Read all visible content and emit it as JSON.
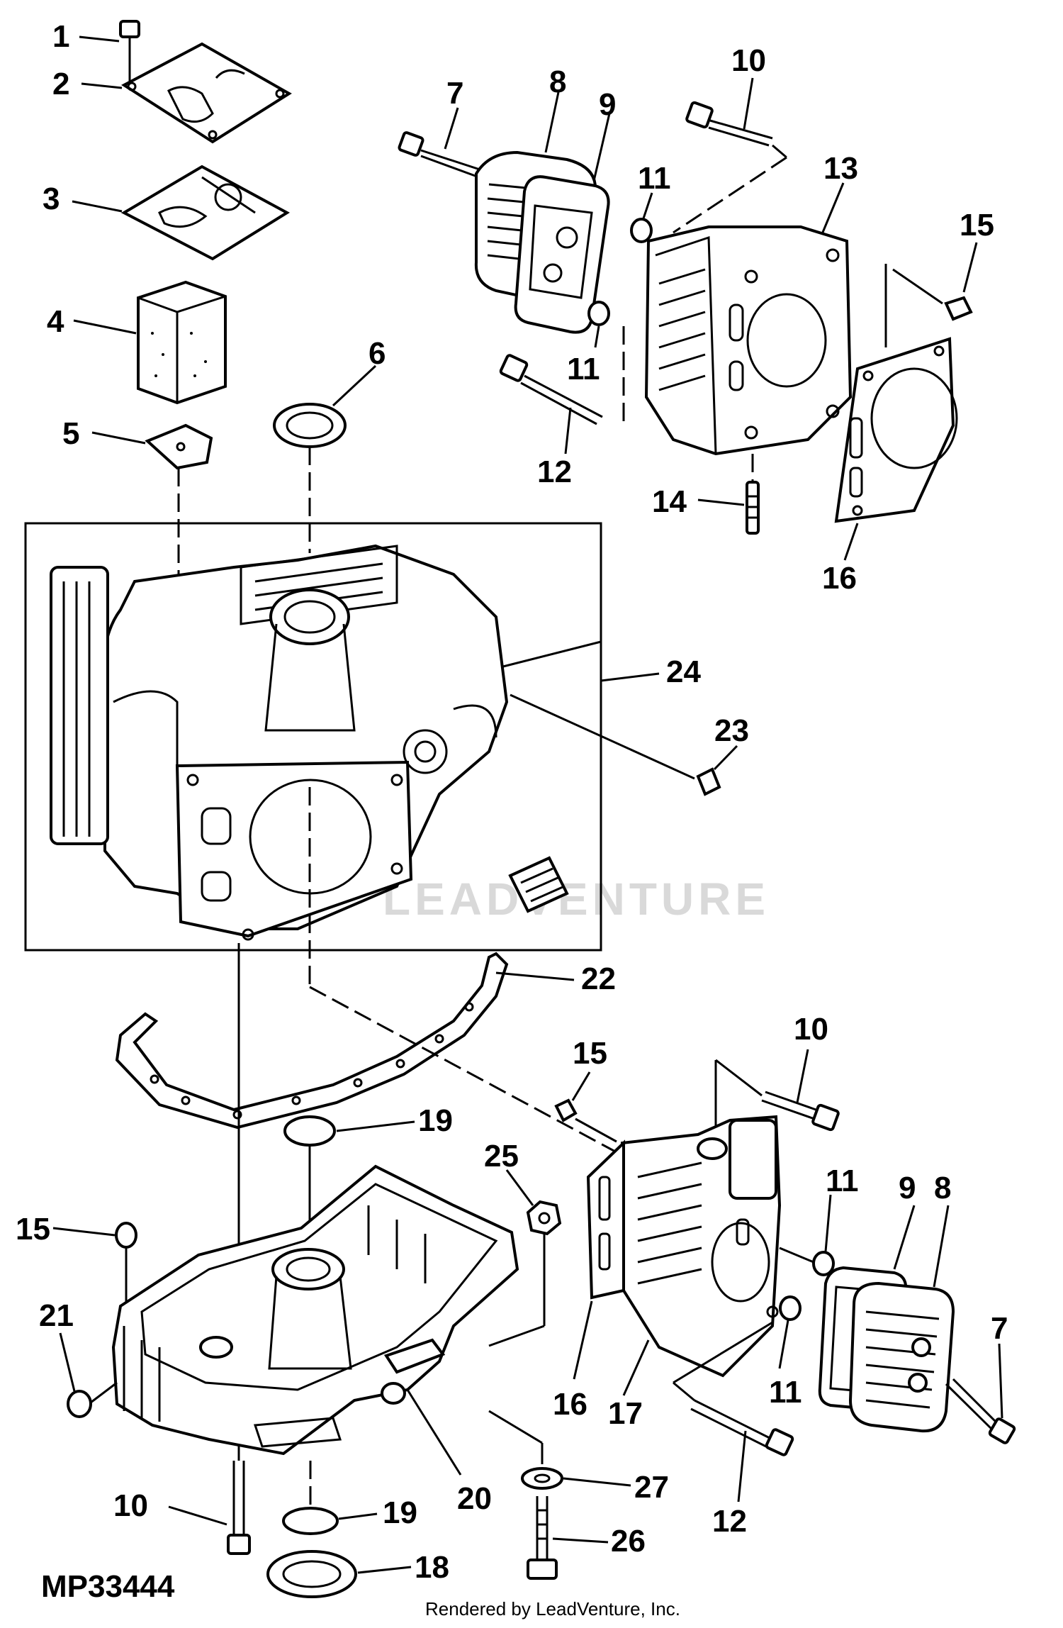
{
  "figure_code": "MP33444",
  "credit": "Rendered by LeadVenture, Inc.",
  "watermark": "LEADVENTURE",
  "callouts": [
    {
      "id": "c1",
      "label": "1"
    },
    {
      "id": "c2",
      "label": "2"
    },
    {
      "id": "c3",
      "label": "3"
    },
    {
      "id": "c4",
      "label": "4"
    },
    {
      "id": "c5",
      "label": "5"
    },
    {
      "id": "c6",
      "label": "6"
    },
    {
      "id": "c7a",
      "label": "7"
    },
    {
      "id": "c8a",
      "label": "8"
    },
    {
      "id": "c9a",
      "label": "9"
    },
    {
      "id": "c10a",
      "label": "10"
    },
    {
      "id": "c11a",
      "label": "11"
    },
    {
      "id": "c11b",
      "label": "11"
    },
    {
      "id": "c12a",
      "label": "12"
    },
    {
      "id": "c13",
      "label": "13"
    },
    {
      "id": "c14",
      "label": "14"
    },
    {
      "id": "c15a",
      "label": "15"
    },
    {
      "id": "c16a",
      "label": "16"
    },
    {
      "id": "c24",
      "label": "24"
    },
    {
      "id": "c23",
      "label": "23"
    },
    {
      "id": "c22",
      "label": "22"
    },
    {
      "id": "c15b",
      "label": "15"
    },
    {
      "id": "c10b",
      "label": "10"
    },
    {
      "id": "c19a",
      "label": "19"
    },
    {
      "id": "c25",
      "label": "25"
    },
    {
      "id": "c11c",
      "label": "11"
    },
    {
      "id": "c9b",
      "label": "9"
    },
    {
      "id": "c8b",
      "label": "8"
    },
    {
      "id": "c15c",
      "label": "15"
    },
    {
      "id": "c21",
      "label": "21"
    },
    {
      "id": "c7b",
      "label": "7"
    },
    {
      "id": "c16b",
      "label": "16"
    },
    {
      "id": "c11d",
      "label": "11"
    },
    {
      "id": "c17",
      "label": "17"
    },
    {
      "id": "c20",
      "label": "20"
    },
    {
      "id": "c27",
      "label": "27"
    },
    {
      "id": "c10c",
      "label": "10"
    },
    {
      "id": "c19b",
      "label": "19"
    },
    {
      "id": "c12b",
      "label": "12"
    },
    {
      "id": "c26",
      "label": "26"
    },
    {
      "id": "c18",
      "label": "18"
    }
  ]
}
